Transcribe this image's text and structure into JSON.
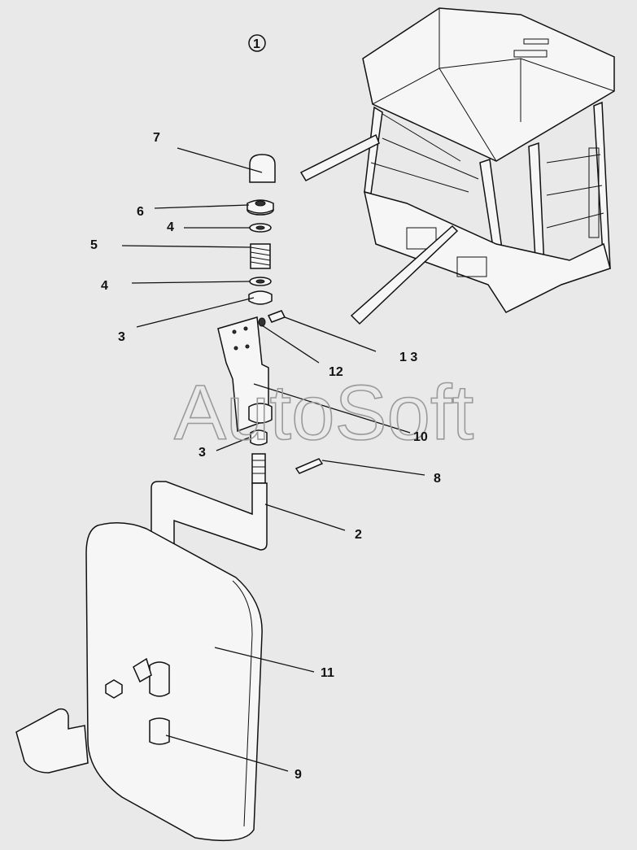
{
  "diagram": {
    "view_marker": "1",
    "watermark": "AutoSoft",
    "callouts": {
      "c7": "7",
      "c6": "6",
      "c4a": "4",
      "c5": "5",
      "c4b": "4",
      "c3a": "3",
      "c13": "1 3",
      "c12": "12",
      "c10": "10",
      "c3b": "3",
      "c8": "8",
      "c2": "2",
      "c11": "11",
      "c9": "9"
    }
  }
}
